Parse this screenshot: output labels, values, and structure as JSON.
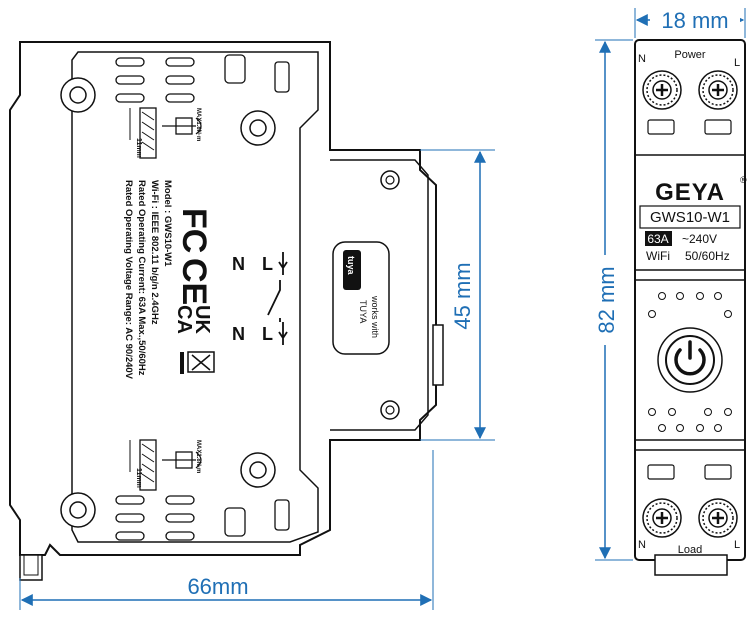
{
  "dimensions": {
    "width_side": "66mm",
    "mounting_height": "45 mm",
    "height_front": "82 mm",
    "width_front": "18 mm"
  },
  "side_view": {
    "model_text": "Model : GWS10-W1",
    "wifi_text": "Wi-Fi : IEEE 802.11 b/g/n 2.4GHz",
    "current_text": "Rated Operating Current: 63A Max.,50/60Hz",
    "voltage_text": "Rated Operating Voltage Range: AC 90/240V",
    "torque_label": "MAX1.8N·m",
    "strip_length": "11mm",
    "cert_fc": "FC",
    "cert_ce": "CE",
    "cert_ukca_top": "UK",
    "cert_ukca_bottom": "CA",
    "terminal_n": "N",
    "terminal_l": "L",
    "tuya_badge": "tuya",
    "tuya_works": "works with",
    "tuya_name": "TUYA"
  },
  "front_view": {
    "power_label": "Power",
    "load_label": "Load",
    "n_label": "N",
    "l_label": "L",
    "brand": "GEYA",
    "registered": "®",
    "model": "GWS10-W1",
    "rating": "63A",
    "voltage": "~240V",
    "wifi": "WiFi",
    "frequency": "50/60Hz"
  },
  "colors": {
    "dimension_blue": "#1f6fb5",
    "outline": "#111111"
  }
}
